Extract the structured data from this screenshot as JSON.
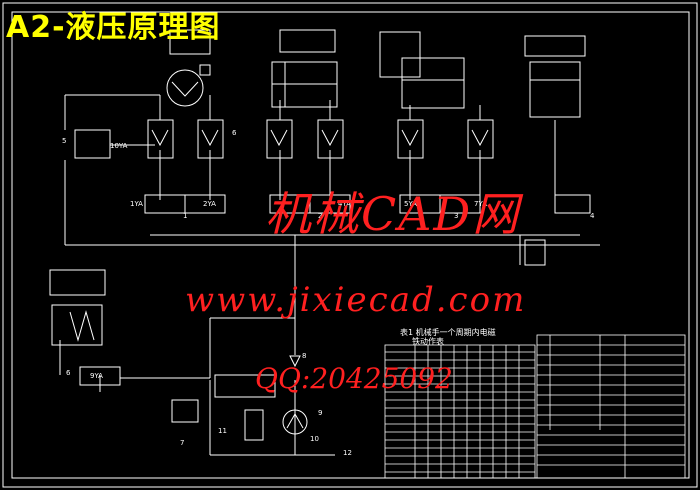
{
  "title": "A2-液压原理图",
  "watermark": {
    "line1": "机械CAD网",
    "line2": "www.jixiecad.com",
    "line3": "QQ:20425092"
  },
  "labels": {
    "sol_1ya": "1YA",
    "sol_2ya": "2YA",
    "sol_4ya": "4YA",
    "sol_5ya": "5YA",
    "sol_7ya": "7YA",
    "sol_9ya": "9YA",
    "sol_10ya": "10YA",
    "n1": "1",
    "n2": "2",
    "n3": "3",
    "n4": "4",
    "n5": "5",
    "n6": "6",
    "n7": "7",
    "n8": "8",
    "n9": "9",
    "n10": "10",
    "n11": "11",
    "n12": "12",
    "n6b": "6"
  },
  "table": {
    "caption_line1": "表1  机械手一个周期内电磁",
    "caption_line2": "铁动作表"
  },
  "colors": {
    "lines": "#ffffff",
    "frame_inner": "#ffffff",
    "title": "#ffff00",
    "watermark": "#ff2020"
  }
}
